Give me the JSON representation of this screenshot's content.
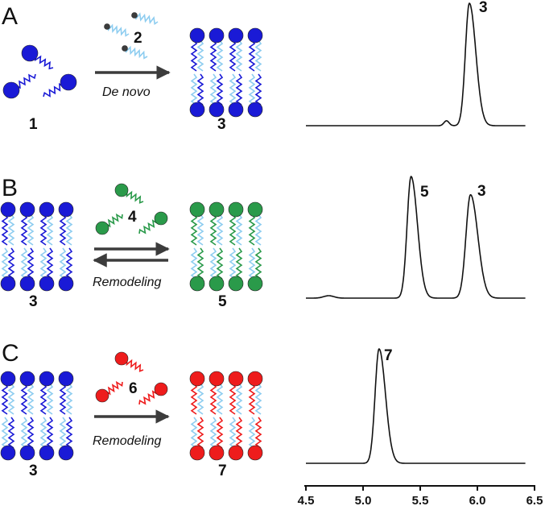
{
  "colors": {
    "blue": "#1a1ad6",
    "light_blue": "#8ecdf0",
    "green": "#2a9a4a",
    "red": "#ee1c1c",
    "dark": "#3c3c3c",
    "trace": "#111111"
  },
  "panels": [
    {
      "letter": "A",
      "reactant_1": "1",
      "reactant_2": "2",
      "product": "3",
      "arrow_label": "De novo",
      "product_head_color": "blue",
      "product_tail_color": "blue",
      "reversible": false,
      "peaks": [
        {
          "label": "3",
          "x": 5.93,
          "height": 1.0,
          "width": 0.035
        }
      ]
    },
    {
      "letter": "B",
      "reactant_1": "3",
      "reactant_2": "4",
      "product": "5",
      "arrow_label": "Remodeling",
      "product_head_color": "green",
      "product_tail_color": "green",
      "reversible": true,
      "peaks": [
        {
          "label": "5",
          "x": 5.42,
          "height": 1.0,
          "width": 0.035
        },
        {
          "label": "3",
          "x": 5.94,
          "height": 0.85,
          "width": 0.04
        }
      ]
    },
    {
      "letter": "C",
      "reactant_1": "3",
      "reactant_2": "6",
      "product": "7",
      "arrow_label": "Remodeling",
      "product_head_color": "red",
      "product_tail_color": "red",
      "reversible": false,
      "peaks": [
        {
          "label": "7",
          "x": 5.14,
          "height": 1.0,
          "width": 0.035
        }
      ]
    }
  ],
  "chart_data": {
    "type": "line",
    "x_ticks": [
      "4.5",
      "5.0",
      "5.5",
      "6.0",
      "6.5"
    ],
    "xlim": [
      4.5,
      6.5
    ],
    "traces": [
      {
        "panel": "A",
        "peaks": [
          {
            "label": "3",
            "x": 5.93
          }
        ]
      },
      {
        "panel": "B",
        "peaks": [
          {
            "label": "5",
            "x": 5.42
          },
          {
            "label": "3",
            "x": 5.94
          }
        ]
      },
      {
        "panel": "C",
        "peaks": [
          {
            "label": "7",
            "x": 5.14
          }
        ]
      }
    ]
  }
}
